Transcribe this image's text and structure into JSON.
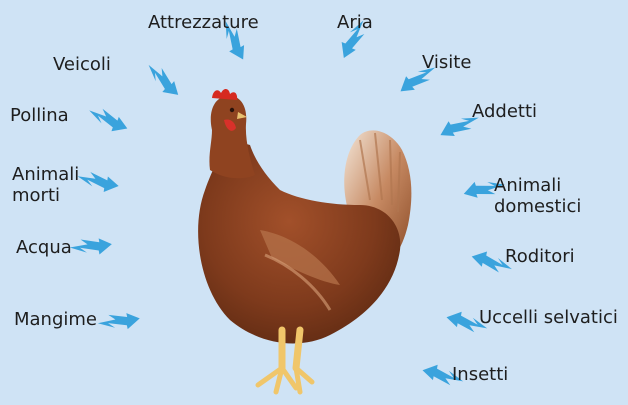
{
  "labels": {
    "attrezzature": "Attrezzature",
    "aria": "Aria",
    "veicoli": "Veicoli",
    "visite": "Visite",
    "pollina": "Pollina",
    "addetti": "Addetti",
    "animali_morti": [
      "Animali",
      "morti"
    ],
    "animali_domestici": [
      "Animali",
      "domestici"
    ],
    "acqua": "Acqua",
    "roditori": "Roditori",
    "mangime": "Mangime",
    "uccelli_selvatici": "Uccelli selvatici",
    "insetti": "Insetti"
  },
  "colors": {
    "background": "#cfe3f5",
    "arrow": "#3aa3dd",
    "text": "#1e1e1e"
  },
  "central_image": "hen"
}
